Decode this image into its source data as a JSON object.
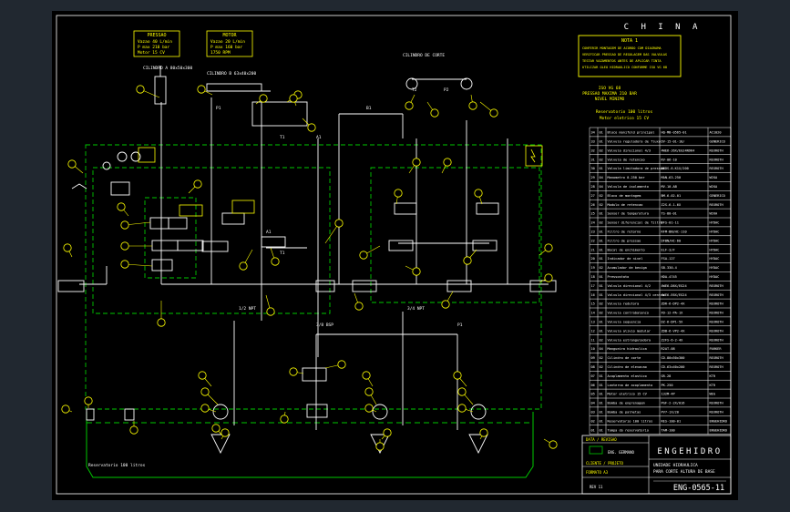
{
  "title_block": {
    "country": "C H I N A",
    "company": "ENGEHIDRO",
    "drawing_number": "ENG-0565-11",
    "desc_line1": "UNIDADE HIDRAULICA",
    "desc_line2": "PARA CORTE ALTURA DE BASE",
    "designer_label": "ENG. GERMANO",
    "customer_label": "CLIENTE / PROJETO",
    "date_label": "DATA / REVISAO",
    "format_label": "FORMATO A3",
    "rev_label": "REV 11"
  },
  "notes": {
    "note_title": "NOTA 1",
    "note_lines": [
      "CONFERIR MONTAGEM DE ACORDO COM DIAGRAMA",
      "VERIFICAR PRESSAO DE REGULAGEM DAS VALVULAS",
      "TESTAR VAZAMENTOS ANTES DE APLICAR TINTA",
      "UTILIZAR OLEO HIDRAULICO CONFORME ISO VG 68"
    ],
    "sub_lines": [
      "ISO VG 68",
      "PRESSAO MAXIMA 210 BAR",
      "NIVEL MINIMO"
    ],
    "spec_lines": [
      "Reservatorio 100 litros",
      "Motor eletrico 15 CV"
    ],
    "pump_box_1": [
      "PRESSAO",
      "Vazao 40 L/min",
      "P max 210 bar",
      "Motor 15 CV"
    ],
    "pump_box_2": [
      "MOTOR",
      "Vazao 20 L/min",
      "P max 160 bar",
      "1750 RPM"
    ],
    "reservoir_label": "Reservatorio 100 litros",
    "cylinder_a_label": "CILINDRO A 80x50x300",
    "cylinder_b_label": "CILINDRO B 63x40x200",
    "cylinder_c_label": "CILINDRO DE CORTE",
    "line_labels": [
      "P1",
      "T1",
      "A1",
      "B1",
      "P2",
      "T2",
      "1/2 NPT",
      "3/4 NPT",
      "3/8 BSP"
    ]
  },
  "bom": {
    "rows": [
      [
        "34",
        "01",
        "Bloco manifold principal",
        "HQ-MB-0565-01",
        "AC1020"
      ],
      [
        "33",
        "01",
        "Valvula reguladora de fluxo",
        "DV-15-01-10/",
        "GENERICO"
      ],
      [
        "32",
        "02",
        "Valvula direcional 4/3",
        "4WE6-J6X/EG24N9K4",
        "REXROTH"
      ],
      [
        "31",
        "02",
        "Valvula de retencao",
        "RV-06-10",
        "REXROTH"
      ],
      [
        "30",
        "01",
        "Valvula limitadora de pressao",
        "DBDS-6-K1X/200",
        "REXROTH"
      ],
      [
        "29",
        "04",
        "Manometro 0-250 bar",
        "MAN-63-250",
        "WIKA"
      ],
      [
        "28",
        "04",
        "Valvula de isolamento",
        "MV-10-AB",
        "WIKA"
      ],
      [
        "27",
        "02",
        "Bloco de montagem",
        "BM-6-02-01",
        "GENERICO"
      ],
      [
        "26",
        "02",
        "Modulo de retencao",
        "Z2S-6-1-6X",
        "REXROTH"
      ],
      [
        "25",
        "01",
        "Sensor de temperatura",
        "TS-80-01",
        "WIKA"
      ],
      [
        "24",
        "02",
        "Sensor diferencial de filtro",
        "DFS-01-11",
        "HYDAC"
      ],
      [
        "23",
        "01",
        "Filtro de retorno",
        "RFM-BN/HC-110",
        "HYDAC"
      ],
      [
        "22",
        "01",
        "Filtro de pressao",
        "DFBN/HC-60",
        "HYDAC"
      ],
      [
        "21",
        "01",
        "Bocal de enchimento",
        "ELF-3/F",
        "HYDAC"
      ],
      [
        "20",
        "01",
        "Indicador de nivel",
        "FSA-127",
        "HYDAC"
      ],
      [
        "19",
        "02",
        "Acumulador de bexiga",
        "SB-330-4",
        "HYDAC"
      ],
      [
        "18",
        "01",
        "Pressostato",
        "HDA-4745",
        "HYDAC"
      ],
      [
        "17",
        "01",
        "Valvula direcional 4/2",
        "4WE6-D6X/EG24",
        "REXROTH"
      ],
      [
        "16",
        "01",
        "Valvula direcional 4/3 centro",
        "4WE6-E6X/EG24",
        "REXROTH"
      ],
      [
        "15",
        "02",
        "Valvula redutora",
        "ZDR-6-DP2-4X",
        "REXROTH"
      ],
      [
        "14",
        "02",
        "Valvula contrabalanco",
        "FD-12-PA-1X",
        "REXROTH"
      ],
      [
        "13",
        "01",
        "Valvula sequencia",
        "DZ-6-DP1-5X",
        "REXROTH"
      ],
      [
        "12",
        "01",
        "Valvula alivio modular",
        "ZDB-6-VP2-4X",
        "REXROTH"
      ],
      [
        "11",
        "02",
        "Valvula estranguladora",
        "Z2FS-6-2-4X",
        "REXROTH"
      ],
      [
        "10",
        "04",
        "Mangueira hidraulica",
        "R2AT-08",
        "PARKER"
      ],
      [
        "09",
        "02",
        "Cilindro de corte",
        "CD-80x50x300",
        "REXROTH"
      ],
      [
        "08",
        "02",
        "Cilindro de elevacao",
        "CD-63x40x200",
        "REXROTH"
      ],
      [
        "07",
        "01",
        "Acoplamento elastico",
        "GR-28",
        "KTR"
      ],
      [
        "06",
        "01",
        "Lanterna de acoplamento",
        "PK-250",
        "KTR"
      ],
      [
        "05",
        "01",
        "Motor eletrico 15 CV",
        "132M-4P",
        "WEG"
      ],
      [
        "04",
        "01",
        "Bomba de engrenagem",
        "PGF-2-2X/016",
        "REXROTH"
      ],
      [
        "03",
        "01",
        "Bomba de palhetas",
        "PV7-1X/20",
        "REXROTH"
      ],
      [
        "02",
        "01",
        "Reservatorio 100 litros",
        "RES-100-01",
        "ENGEHIDRO"
      ],
      [
        "01",
        "01",
        "Tampa do reservatorio",
        "TAM-100",
        "ENGEHIDRO"
      ]
    ]
  }
}
